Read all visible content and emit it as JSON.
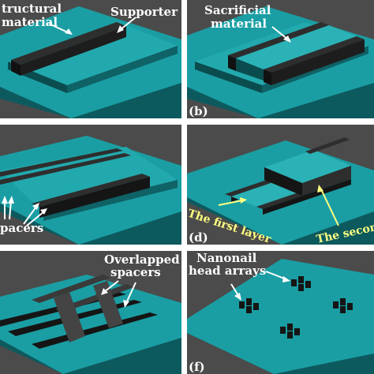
{
  "colors": {
    "background": "#4b4b4b",
    "slab_top": "#1a9ea3",
    "slab_front": "#0d5a5e",
    "slab_side": "#0a3f42",
    "structure_top": "#2bb2b6",
    "structure_dark": "#151515",
    "spacer": "#444444",
    "label_white": "#ffffff",
    "label_yellow": "#ffff80"
  },
  "panels": {
    "a": {
      "label_structural": [
        "tructural",
        "material"
      ],
      "label_supporter": "Supporter"
    },
    "b": {
      "label_sacrificial": [
        "Sacrificial",
        "material"
      ],
      "tag": "(b)"
    },
    "c": {
      "label_spacers": [
        "pacers"
      ]
    },
    "d": {
      "label_first": "The first layer",
      "label_second": "The second",
      "tag": "(d)"
    },
    "e": {
      "label_overlapped": [
        "Overlapped",
        "spacers"
      ]
    },
    "f": {
      "label_nanonail": [
        "Nanonail",
        "head arrays"
      ],
      "tag": "(f)"
    }
  }
}
